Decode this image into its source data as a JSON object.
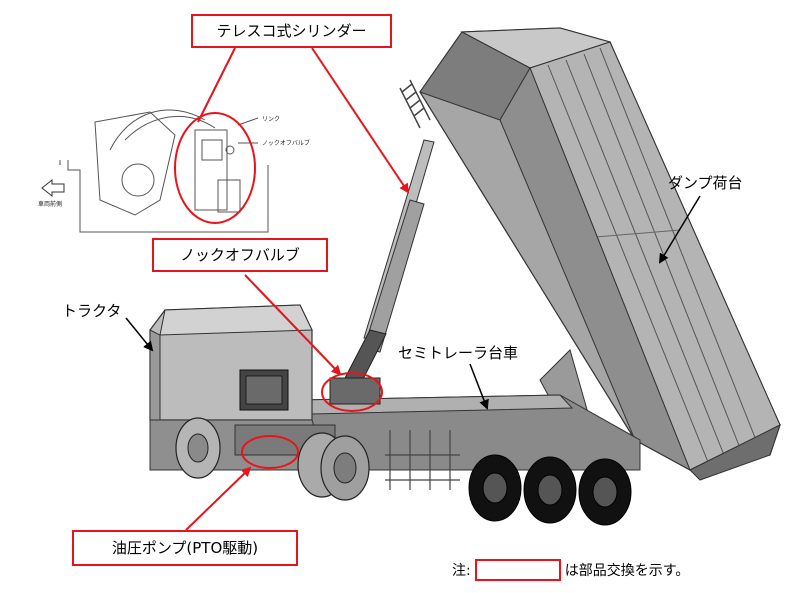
{
  "labels": {
    "telescopic_cylinder": "テレスコ式シリンダー",
    "knockoff_valve": "ノックオフバルブ",
    "dump_bed": "ダンプ荷台",
    "tractor": "トラクタ",
    "semitrailer_chassis": "セミトレーラ台車",
    "hydraulic_pump": "油圧ポンプ(PTO駆動)"
  },
  "inset": {
    "link": "リンク",
    "knockoff_valve": "ノックオフバルブ",
    "vehicle_front": "車両前側"
  },
  "note": {
    "prefix": "注:",
    "suffix": "は部品交換を示す。"
  },
  "colors": {
    "callout_red": "#e8141b",
    "body_gray": "#8c8c8c",
    "dark_gray": "#3a3a3a"
  }
}
